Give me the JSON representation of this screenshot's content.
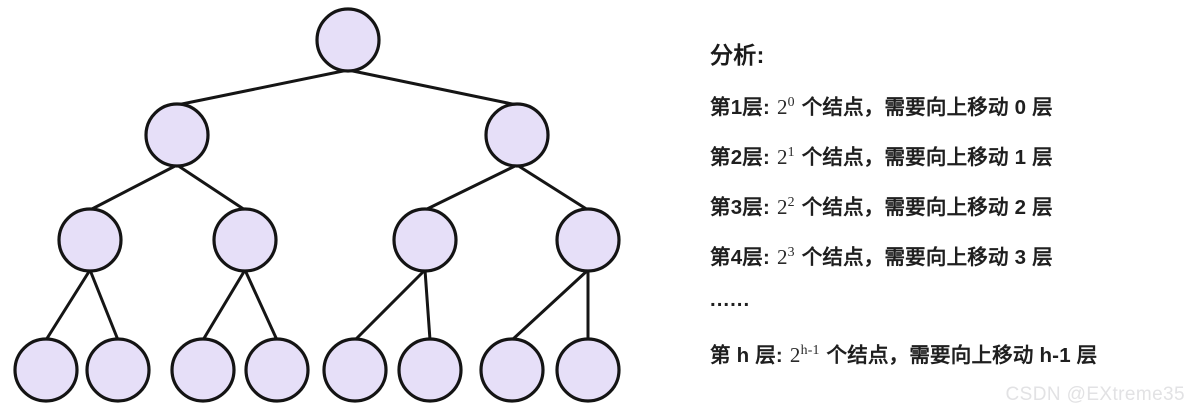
{
  "colors": {
    "background": "#ffffff",
    "node_fill": "#e6dff8",
    "node_stroke": "#141414",
    "edge_stroke": "#151515",
    "text": "#1f1f1f",
    "watermark": "#e2e2e4"
  },
  "diagram": {
    "type": "binary-tree",
    "title": "complete binary tree of height 4",
    "levels": 4,
    "nodes_per_level": [
      1,
      2,
      4,
      8
    ],
    "node_radius": 31,
    "level_y": [
      40,
      135,
      240,
      370
    ],
    "level1_x": [
      348
    ],
    "level2_x": [
      177,
      517
    ],
    "level3_x": [
      90,
      245,
      425,
      588
    ],
    "level4_x": [
      46,
      118,
      203,
      277,
      355,
      430,
      512,
      588
    ]
  },
  "analysis": {
    "heading": "分析:",
    "lines": [
      {
        "lead": "第1层:",
        "base": "2",
        "exp": "0",
        "tail": "个结点，需要向上移动 0 层"
      },
      {
        "lead": "第2层:",
        "base": "2",
        "exp": "1",
        "tail": "个结点，需要向上移动 1 层"
      },
      {
        "lead": "第3层:",
        "base": "2",
        "exp": "2",
        "tail": "个结点，需要向上移动 2 层"
      },
      {
        "lead": "第4层:",
        "base": "2",
        "exp": "3",
        "tail": "个结点，需要向上移动 3 层"
      },
      {
        "lead": "第 h 层:",
        "base": "2",
        "exp": "h-1",
        "tail": "个结点，需要向上移动 h-1 层"
      }
    ],
    "ellipsis": "......"
  },
  "watermark": {
    "text": "CSDN @EXtreme35"
  }
}
